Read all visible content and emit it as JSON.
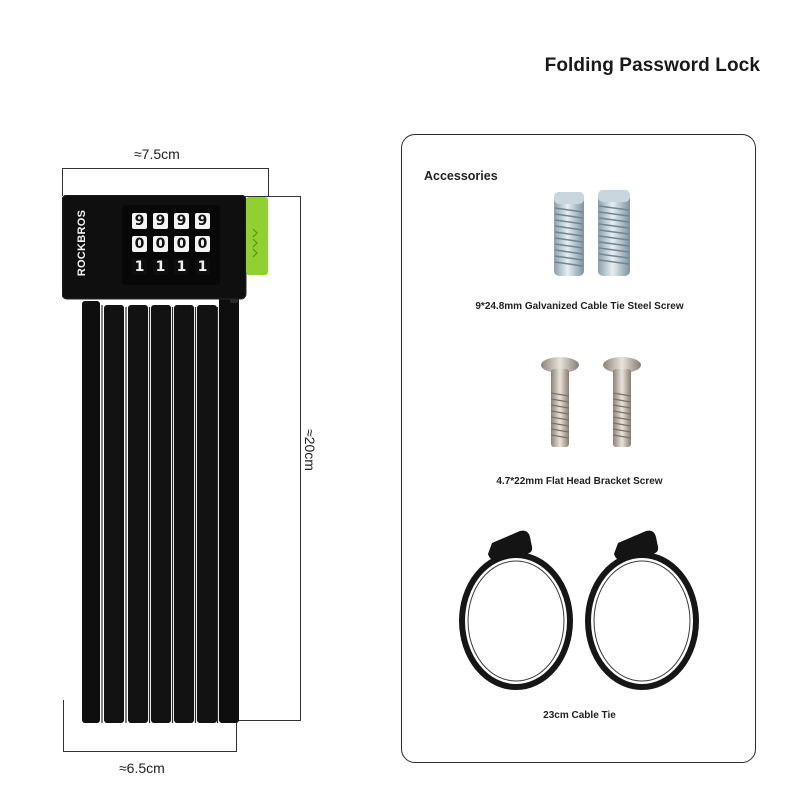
{
  "title": "Folding Password Lock",
  "dimensions": {
    "width_top": "≈7.5cm",
    "height": "≈20cm",
    "width_bottom": "≈6.5cm"
  },
  "lock": {
    "brand": "ROCKBROS",
    "dial_rows": [
      [
        "9",
        "9",
        "9",
        "9"
      ],
      [
        "0",
        "0",
        "0",
        "0"
      ],
      [
        "1",
        "1",
        "1",
        "1"
      ]
    ],
    "accent_color": "#8fd12e",
    "body_color": "#0f0f0f"
  },
  "accessories": {
    "heading": "Accessories",
    "items": [
      {
        "caption": "9*24.8mm Galvanized Cable Tie Steel Screw"
      },
      {
        "caption": "4.7*22mm Flat Head Bracket Screw"
      },
      {
        "caption": "23cm Cable Tie"
      }
    ]
  }
}
